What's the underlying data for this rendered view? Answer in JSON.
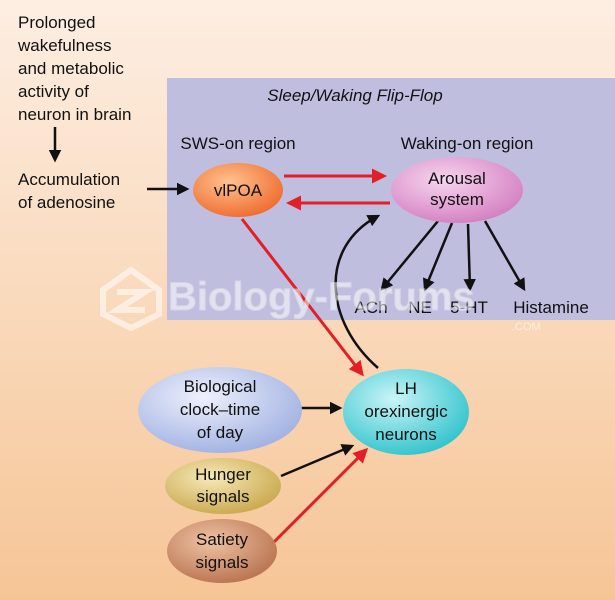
{
  "intro_text": {
    "line1": "Prolonged",
    "line2": "wakefulness",
    "line3": "and metabolic",
    "line4": "activity of",
    "line5": "neuron in brain"
  },
  "adenosine": {
    "line1": "Accumulation",
    "line2": "of adenosine"
  },
  "panel": {
    "title": "Sleep/Waking Flip-Flop",
    "sws_label": "SWS-on region",
    "waking_label": "Waking-on region"
  },
  "nodes": {
    "vlpoa": "vlPOA",
    "arousal": {
      "line1": "Arousal",
      "line2": "system"
    },
    "lh": {
      "line1": "LH",
      "line2": "orexinergic",
      "line3": "neurons"
    },
    "clock": {
      "line1": "Biological",
      "line2": "clock–time",
      "line3": "of day"
    },
    "hunger": {
      "line1": "Hunger",
      "line2": "signals"
    },
    "satiety": {
      "line1": "Satiety",
      "line2": "signals"
    }
  },
  "outputs": {
    "ach": "ACh",
    "ne": "NE",
    "ht": "5-HT",
    "histamine": "Histamine"
  },
  "watermark": {
    "main": "Biology-Forums",
    "sub": ".COM"
  },
  "colors": {
    "background_top": "#fbe6d4",
    "background_bottom": "#f6c99a",
    "panel": "#c0bedf",
    "excitatory_arrow": "#111111",
    "inhibitory_arrow": "#e21f26"
  }
}
